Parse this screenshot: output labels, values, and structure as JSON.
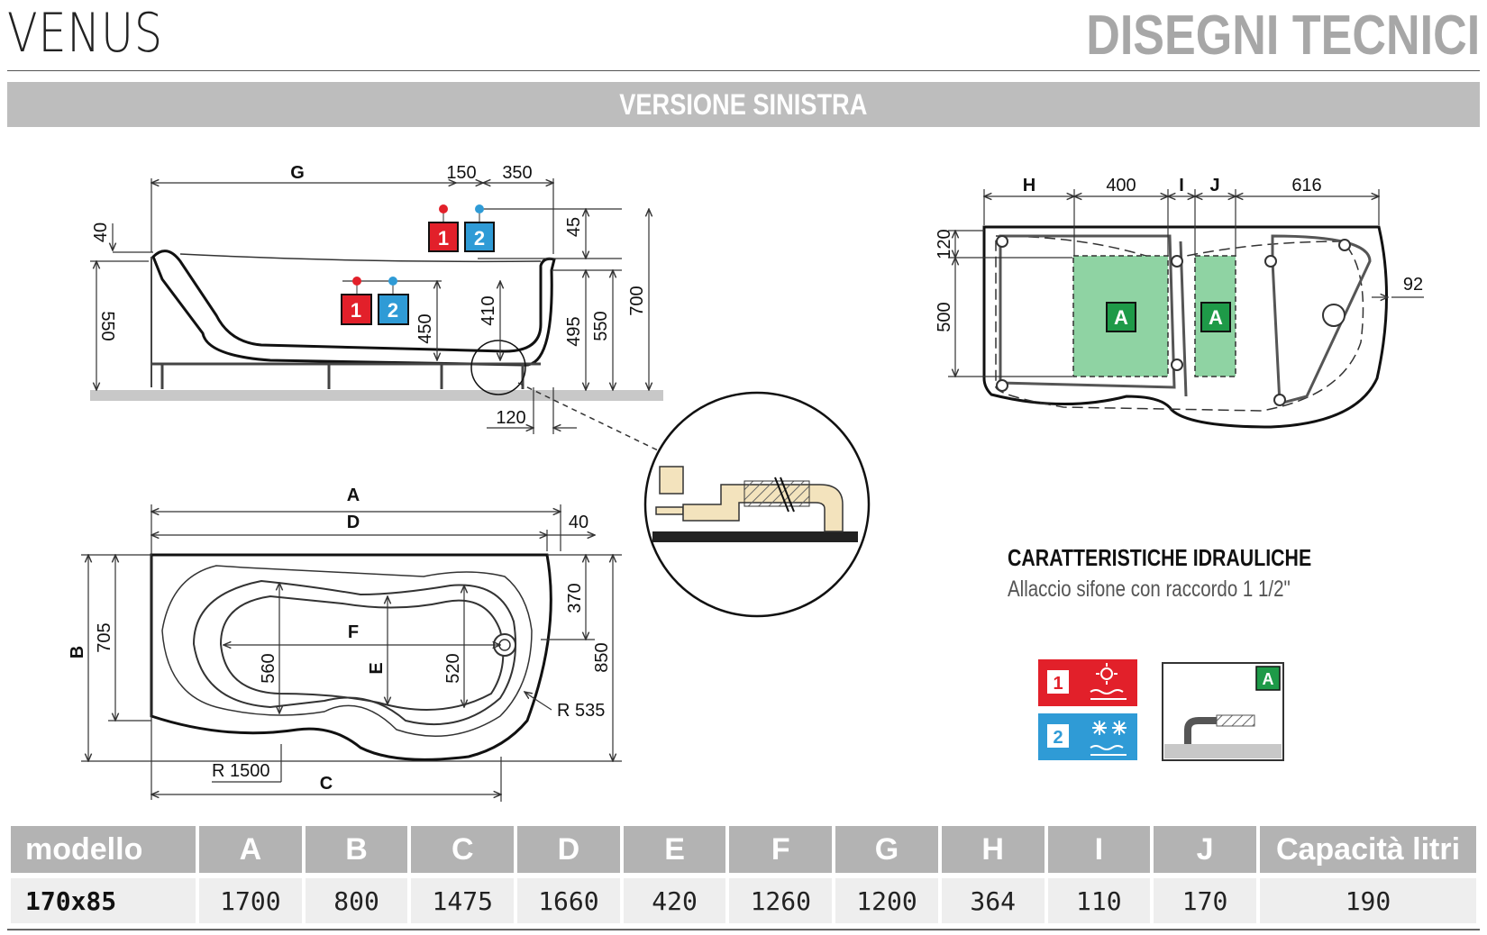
{
  "header": {
    "product_name": "VENUS",
    "section_title": "DISEGNI TECNICI",
    "version_label": "VERSIONE SINISTRA"
  },
  "side_view": {
    "dims": {
      "G": "G",
      "d150": "150",
      "d350": "350",
      "d40": "40",
      "d550_left": "550",
      "d45": "45",
      "d410": "410",
      "d495": "495",
      "d550_right": "550",
      "d700": "700",
      "d450": "450",
      "d120": "120"
    },
    "tap_hot": "1",
    "tap_cold": "2"
  },
  "plan_view": {
    "dims": {
      "A": "A",
      "D": "D",
      "d40": "40",
      "B": "B",
      "d705": "705",
      "d370": "370",
      "d850": "850",
      "F": "F",
      "E": "E",
      "d560": "560",
      "d520": "520",
      "R535": "R 535",
      "R1500": "R 1500",
      "C": "C"
    }
  },
  "frame_view": {
    "dims": {
      "H": "H",
      "d400": "400",
      "I": "I",
      "J": "J",
      "d616": "616",
      "d120": "120",
      "d500": "500",
      "d92": "92"
    },
    "zone_label_1": "A",
    "zone_label_2": "A",
    "zone_color": "#8fd3a3"
  },
  "hydraulics": {
    "title": "CARATTERISTICHE IDRAULICHE",
    "text": "Allaccio sifone con raccordo 1 1/2\""
  },
  "legend": {
    "hot_number": "1",
    "cold_number": "2",
    "drain_label": "A",
    "hot_color": "#e2202a",
    "cold_color": "#2f9bd6",
    "drain_color": "#1e9a48"
  },
  "spec_table": {
    "headers": [
      "modello",
      "A",
      "B",
      "C",
      "D",
      "E",
      "F",
      "G",
      "H",
      "I",
      "J",
      "Capacità litri"
    ],
    "rows": [
      [
        "170x85",
        "1700",
        "800",
        "1475",
        "1660",
        "420",
        "1260",
        "1200",
        "364",
        "110",
        "170",
        "190"
      ]
    ]
  }
}
